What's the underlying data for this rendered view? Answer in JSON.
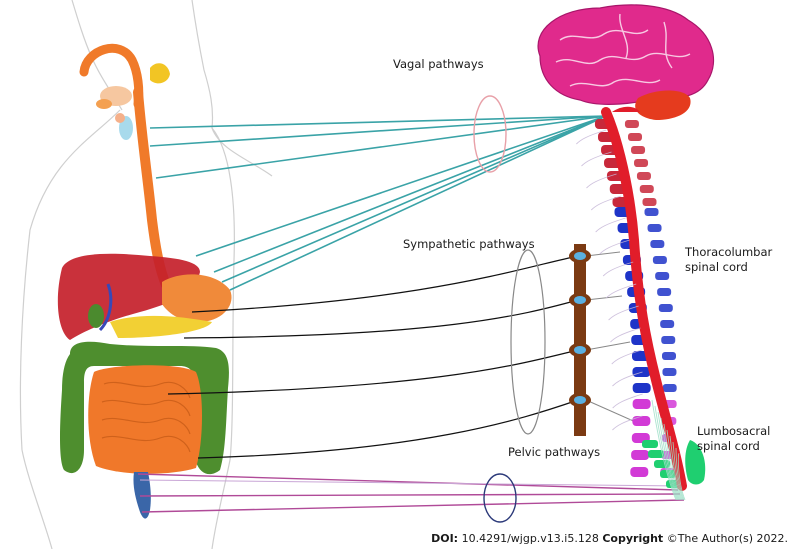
{
  "labels": {
    "vagal": "Vagal pathways",
    "sympathetic": "Sympathetic pathways",
    "thoracolumbar_line1": "Thoracolumbar",
    "thoracolumbar_line2": "spinal cord",
    "lumbosacral_line1": "Lumbosacral",
    "lumbosacral_line2": "spinal cord",
    "pelvic": "Pelvic pathways"
  },
  "credit": {
    "doi_label": "DOI:",
    "doi_value": "10.4291/wjgp.v13.i5.128",
    "copyright_label": "Copyright",
    "copyright_value": "©The Author(s) 2022."
  },
  "colors": {
    "vagal_line": "#3aa3a7",
    "sympathetic_line": "#111111",
    "pelvic_line": "#b04a98",
    "vagal_ellipse": "#e8a0a8",
    "sympathetic_ellipse": "#888888",
    "pelvic_ellipse": "#2c3a7a",
    "brain": "#e02a8c",
    "cerebellum": "#e53b1e",
    "spinal_cord": "#e11d2a",
    "vertebra_cervical": "#c8283a",
    "vertebra_thoracic": "#1e34c8",
    "vertebra_lumbar": "#d23ad6",
    "vertebra_sacral": "#1fcf70",
    "chain": "#7b3a12",
    "ganglion": "#5ab0e0"
  }
}
